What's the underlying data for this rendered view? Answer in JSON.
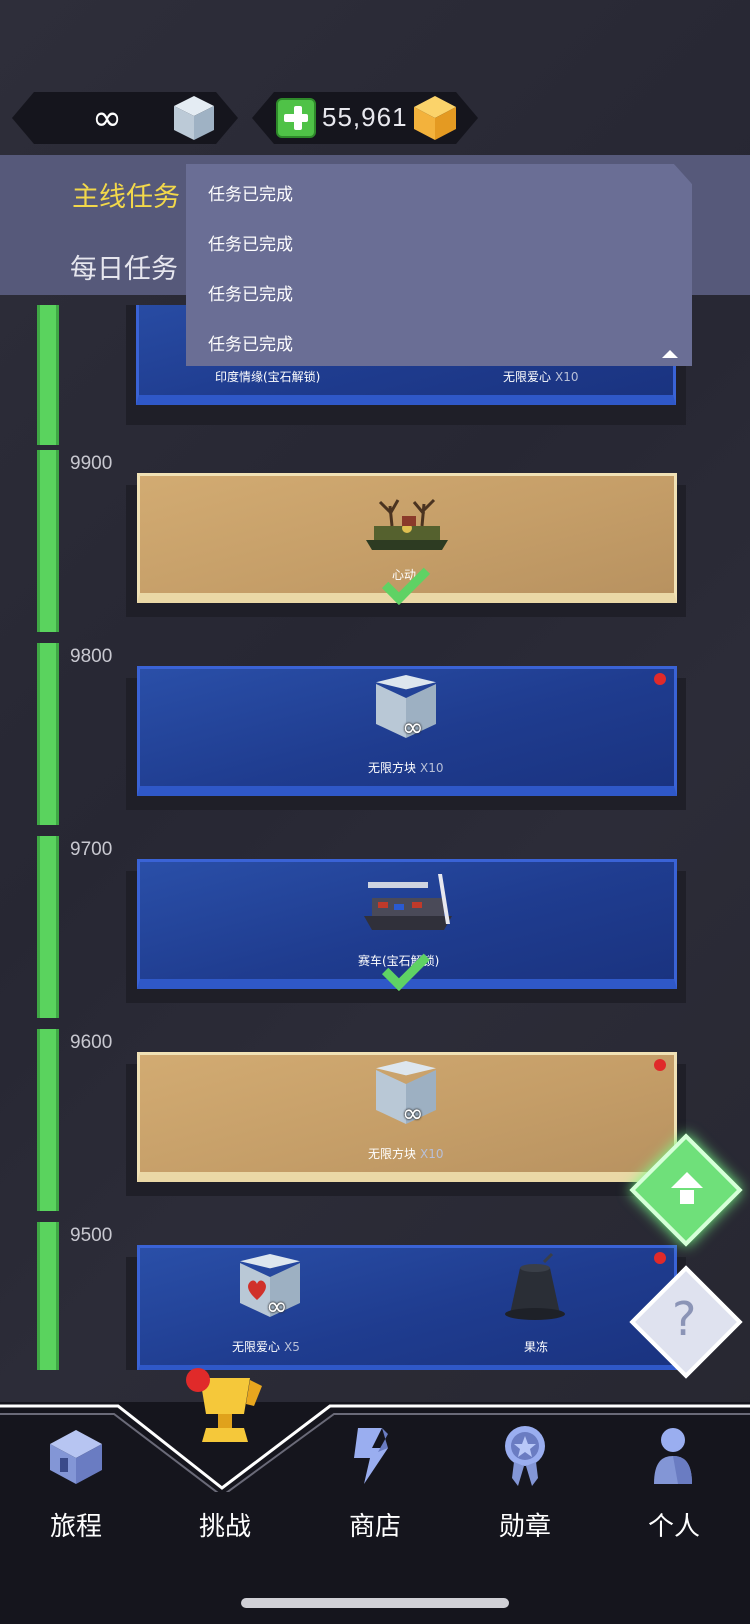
{
  "resources": {
    "lives": "∞",
    "gems": "55,961"
  },
  "tabs": {
    "main_quest": "主线任务",
    "daily_quest": "每日任务"
  },
  "dropdown": {
    "items": [
      "任务已完成",
      "任务已完成",
      "任务已完成",
      "任务已完成"
    ]
  },
  "track": {
    "ticks": [
      "9900",
      "9800",
      "9700",
      "9600",
      "9500"
    ]
  },
  "rewards": {
    "top": {
      "left_label": "印度情缘(宝石解锁)",
      "right_label": "无限爱心",
      "right_qty": "X10"
    },
    "r9900": {
      "label": "心动"
    },
    "r9800": {
      "label": "无限方块",
      "qty": "X10"
    },
    "r9700": {
      "label": "赛车(宝石解锁)"
    },
    "r9600": {
      "label": "无限方块",
      "qty": "X10"
    },
    "r9500": {
      "left_label": "无限爱心",
      "left_qty": "X5",
      "right_label": "果冻"
    }
  },
  "nav": {
    "journey": "旅程",
    "challenge": "挑战",
    "shop": "商店",
    "medals": "勋章",
    "profile": "个人"
  },
  "colors": {
    "tab_active": "#f2d84a",
    "track_green": "#5ad35e",
    "card_blue": "#1f3c8f",
    "card_tan": "#c59e68",
    "gem_plus": "#4fc247"
  }
}
